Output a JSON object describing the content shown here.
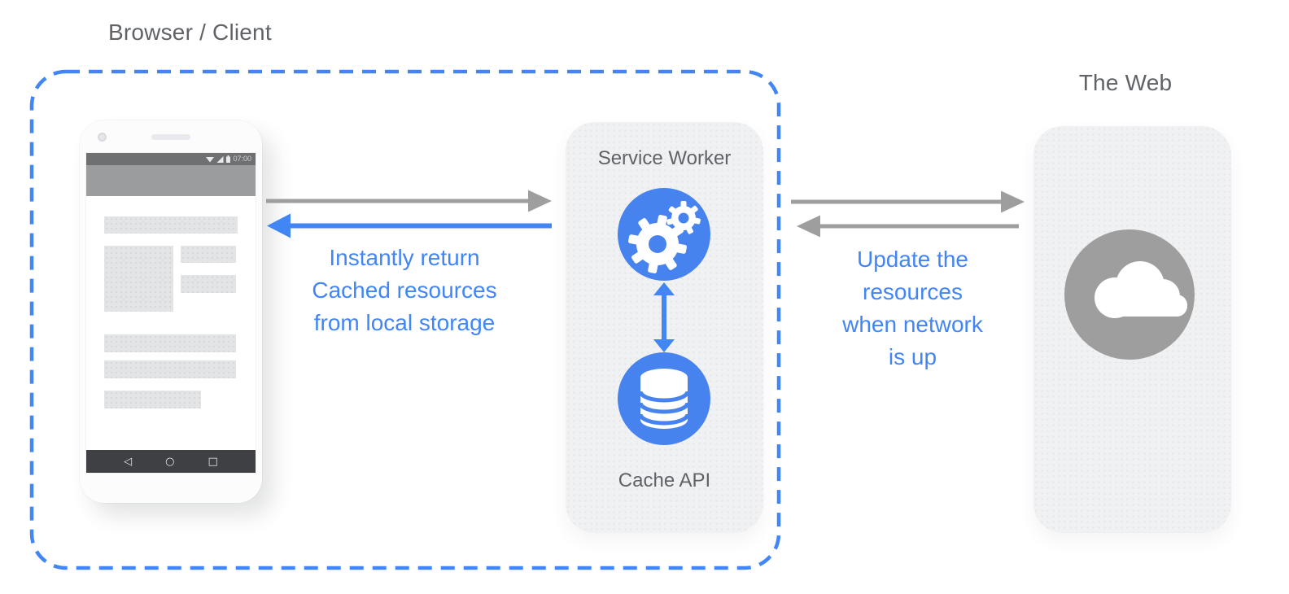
{
  "labels": {
    "browser_client": "Browser / Client",
    "the_web": "The Web",
    "service_worker": "Service Worker",
    "cache_api": "Cache API"
  },
  "phone": {
    "status_time": "07:00",
    "nav_icons": {
      "back": "◁",
      "home": "○",
      "recents": "□"
    }
  },
  "annotations": {
    "left": {
      "lines": [
        "Instantly return",
        "Cached resources",
        "from local storage"
      ]
    },
    "right": {
      "lines": [
        "Update the",
        "resources",
        "when network",
        "is up"
      ]
    }
  },
  "colors": {
    "accent_blue": "#4285f4",
    "icon_circle_blue": "#4783ef",
    "arrow_gray": "#9e9e9e",
    "panel_gray": "#f0f1f2",
    "web_circle_gray": "#9e9e9e",
    "heading_gray": "#5f6368"
  }
}
